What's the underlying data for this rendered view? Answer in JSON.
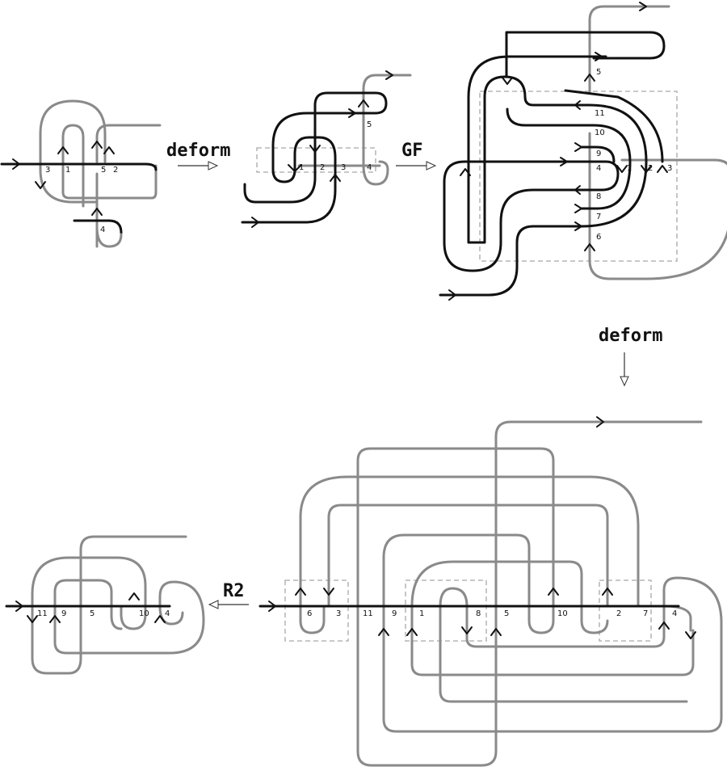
{
  "operations": {
    "deform_1": "deform",
    "gf": "GF",
    "deform_2": "deform",
    "r2": "R2"
  },
  "panel_a_labels": [
    "3",
    "1",
    "5",
    "2",
    "4"
  ],
  "panel_b_labels": [
    "1",
    "2",
    "3",
    "4",
    "5"
  ],
  "panel_c_labels": [
    "5",
    "11",
    "10",
    "9",
    "4",
    "1",
    "2",
    "3",
    "8",
    "7",
    "6"
  ],
  "panel_d_labels": [
    "6",
    "3",
    "11",
    "9",
    "1",
    "8",
    "5",
    "10",
    "2",
    "7",
    "4"
  ],
  "panel_e_labels": [
    "11",
    "9",
    "5",
    "10",
    "4"
  ],
  "colors": {
    "primary_strand": "#111111",
    "secondary_strand": "#8a8a8a",
    "region_box": "#a8a8a8"
  }
}
